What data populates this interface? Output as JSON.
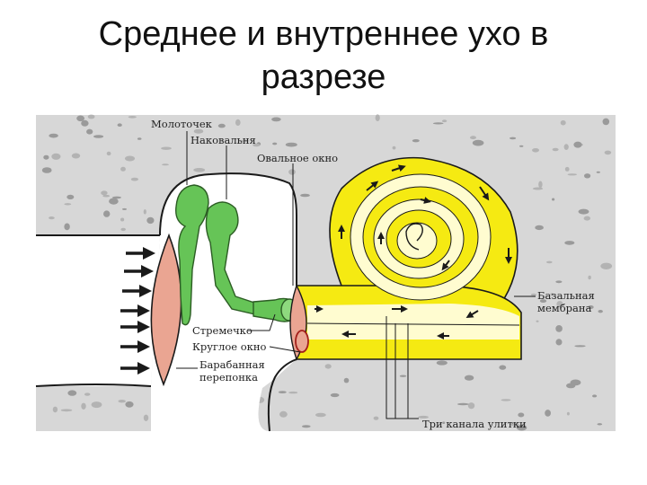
{
  "title": {
    "line1": "Среднее и внутреннее ухо в",
    "line2": "разрезе"
  },
  "labels": {
    "hammer": "Молоточек",
    "anvil": "Наковальня",
    "oval_window": "Овальное окно",
    "basilar_membrane_1": "Базальная",
    "basilar_membrane_2": "мембрана",
    "stirrup": "Стремечко",
    "round_window": "Круглое окно",
    "eardrum_1": "Барабанная",
    "eardrum_2": "перепонка",
    "cochlea_canals": "Три канала улитки"
  },
  "colors": {
    "bone": "#d7d7d7",
    "ossicles": "#66c457",
    "cochlea": "#f5ea12",
    "eardrum": "#eaa592",
    "outline": "#1a1a1a"
  }
}
